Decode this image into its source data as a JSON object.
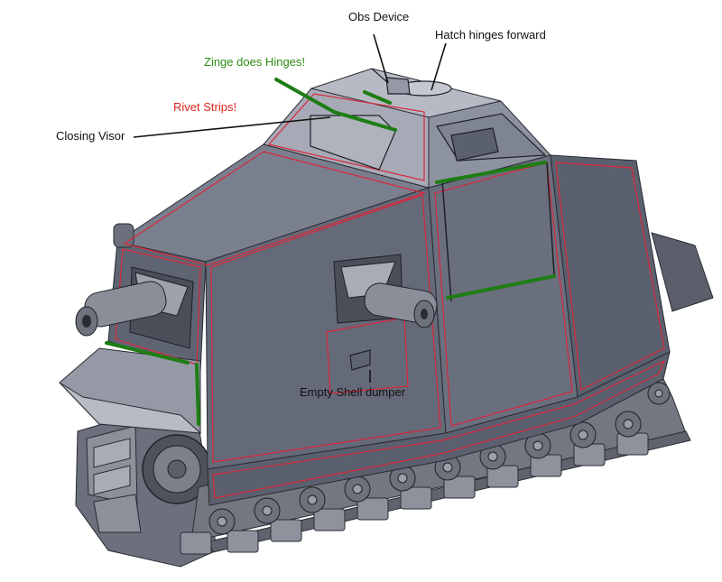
{
  "labels": {
    "obs_device": "Obs Device",
    "hatch_hinges": "Hatch hinges forward",
    "zinge_hinges": "Zinge does Hinges!",
    "rivet_strips": "Rivet Strips!",
    "closing_visor": "Closing Visor",
    "shell_dumper": "Empty Shell dumper"
  },
  "colors": {
    "label_default": "#111111",
    "label_hinges": "#2e8b12",
    "label_rivets": "#e0241c",
    "hinge_marker": "#1e7d14",
    "rivet_outline": "#d8283c",
    "hull_dark": "#5d6270",
    "hull_mid": "#6e7383",
    "hull_light": "#8e92a0",
    "roof": "#a7aab6",
    "track": "#80848f"
  }
}
